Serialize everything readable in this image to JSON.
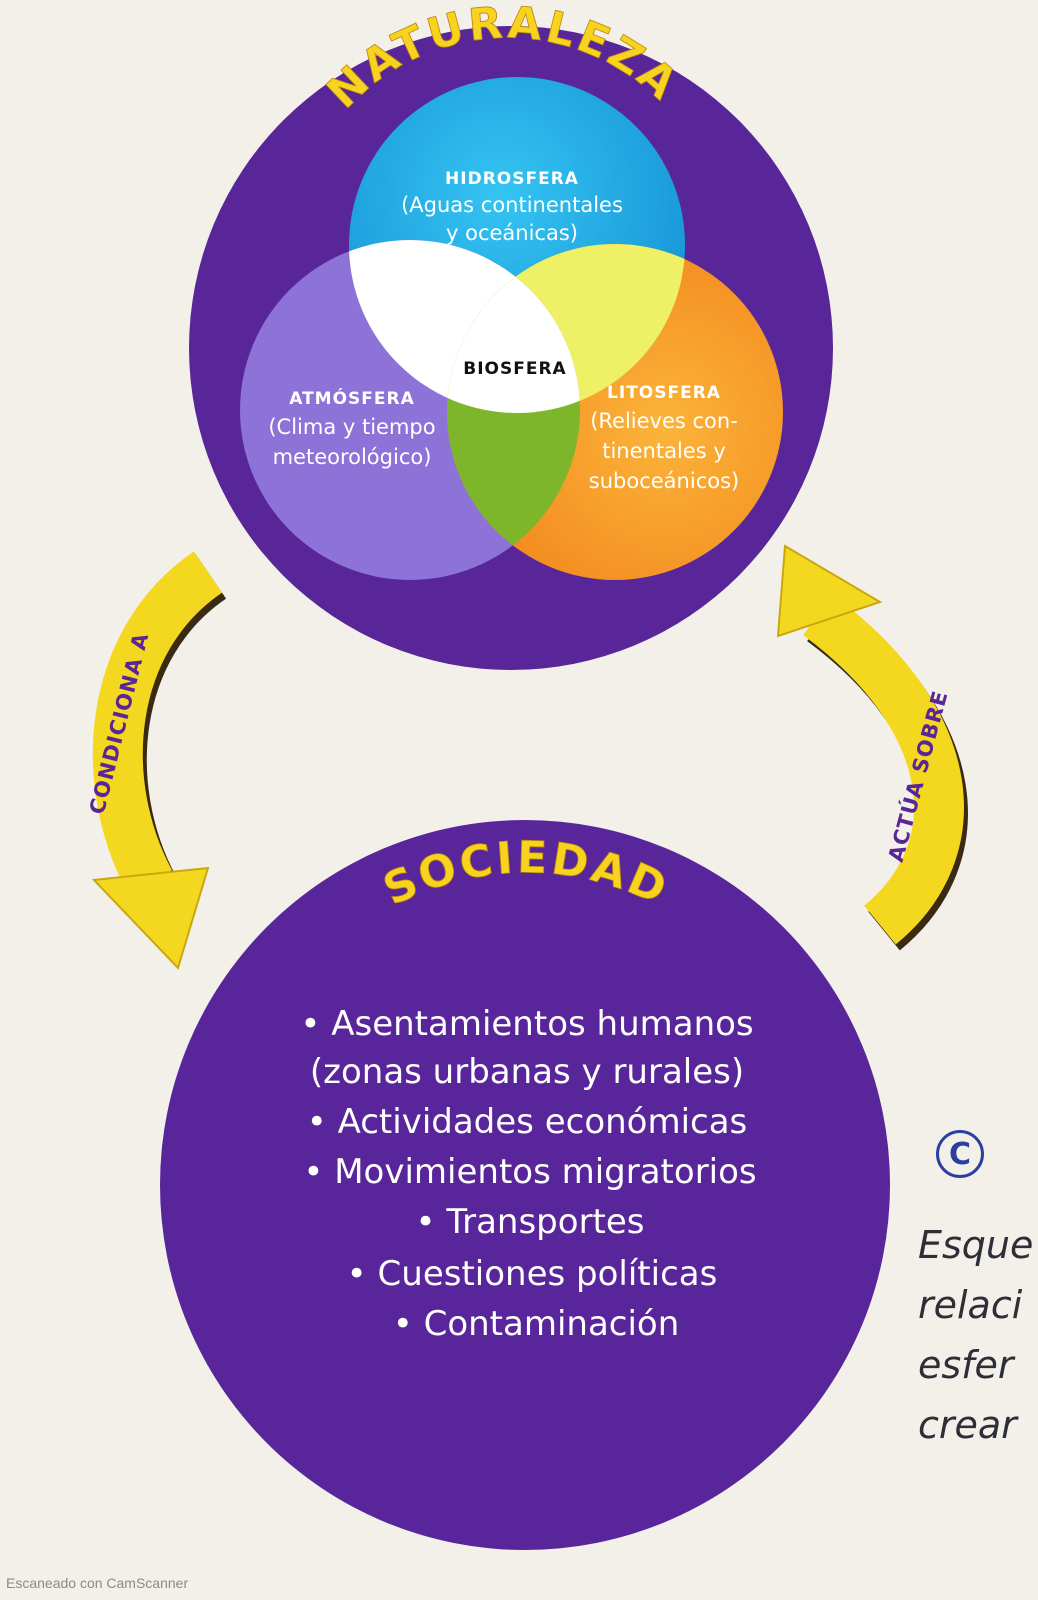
{
  "naturaleza": {
    "title": "NATURALEZA",
    "hidrosfera": {
      "name": "HIDROSFERA",
      "desc": [
        "(Aguas continentales",
        "y oceánicas)"
      ]
    },
    "atmosfera": {
      "name": "ATMÓSFERA",
      "desc": [
        "(Clima y tiempo",
        "meteorológico)"
      ]
    },
    "litosfera": {
      "name": "LITOSFERA",
      "desc": [
        "(Relieves con-",
        "tinentales y",
        "suboceánicos)"
      ]
    },
    "biosfera": "BIOSFERA"
  },
  "arrows": {
    "left_label": "CONDICIONA A",
    "right_label": "ACTÚA SOBRE"
  },
  "sociedad": {
    "title": "SOCIEDAD",
    "items": [
      "• Asentamientos humanos",
      "(zonas urbanas y rurales)",
      "• Actividades económicas",
      "• Movimientos migratorios",
      "• Transportes",
      "• Cuestiones políticas",
      "• Contaminación"
    ]
  },
  "caption": {
    "letter": "C",
    "lines": [
      "Esque",
      "relaci",
      "esfer",
      "crear"
    ]
  },
  "footer": "Escaneado con CamScanner",
  "colors": {
    "purple": "#5a2596",
    "yellow": "#f5de1e",
    "cyan": "#1aa8e2",
    "orange": "#f59a28",
    "lavender": "#8a6fd6",
    "green": "#7ab52a"
  }
}
